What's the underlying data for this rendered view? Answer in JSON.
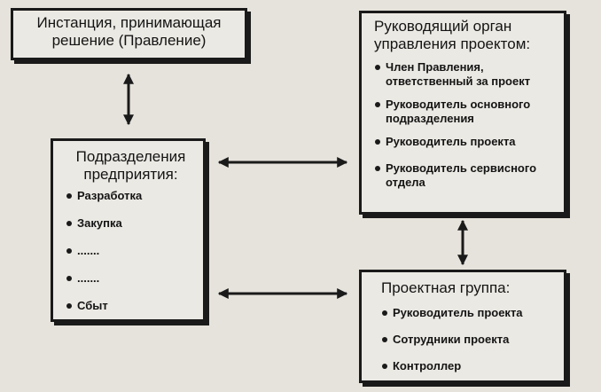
{
  "decision_body": {
    "title_line1": "Инстанция, принимающая",
    "title_line2": "решение (Правление)"
  },
  "steering_body": {
    "title_line1": "Руководящий орган",
    "title_line2": "управления проектом:",
    "items": [
      {
        "line1": "Член Правления,",
        "line2": "ответственный за проект"
      },
      {
        "line1": "Руководитель основного",
        "line2": "подразделения"
      },
      {
        "line1": "Руководитель проекта",
        "line2": ""
      },
      {
        "line1": "Руководитель сервисного",
        "line2": "отдела"
      }
    ]
  },
  "departments": {
    "title_line1": "Подразделения",
    "title_line2": "предприятия:",
    "items": [
      "Разработка",
      "Закупка",
      ".......",
      ".......",
      "Сбыт"
    ]
  },
  "project_group": {
    "title": "Проектная группа:",
    "items": [
      "Руководитель проекта",
      "Сотрудники проекта",
      "Контроллер"
    ]
  }
}
